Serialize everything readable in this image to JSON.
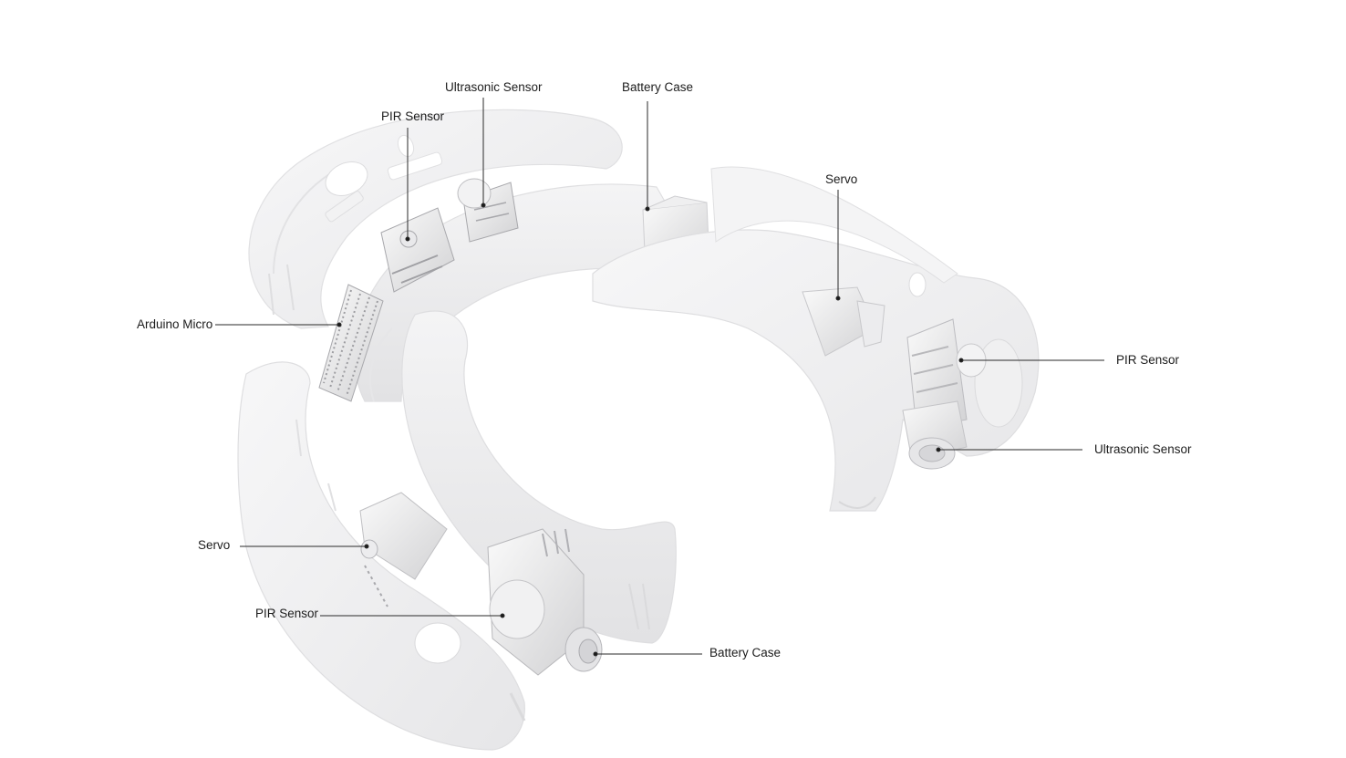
{
  "diagram": {
    "labels": {
      "ultrasonic_top": "Ultrasonic Sensor",
      "battery_top": "Battery Case",
      "pir_top": "PIR Sensor",
      "servo_right": "Servo",
      "arduino": "Arduino Micro",
      "pir_right": "PIR Sensor",
      "ultrasonic_right": "Ultrasonic Sensor",
      "servo_left": "Servo",
      "pir_bottom": "PIR Sensor",
      "battery_bottom": "Battery Case"
    }
  }
}
